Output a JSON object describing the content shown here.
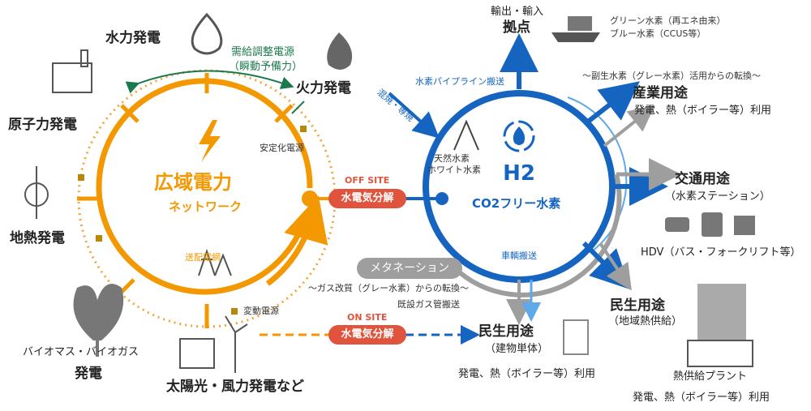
{
  "grid": {
    "hub": "広域電力",
    "hub_sub": "ネットワーク",
    "sources": {
      "hydro": "水力発電",
      "thermal": "火力発電",
      "nuclear": "原子力発電",
      "geothermal": "地熱発電",
      "biomass_1": "バイオマス・バイオガス",
      "biomass_2": "発電",
      "solar_wind": "太陽光・風力発電など"
    },
    "supply_demand_1": "需給調整電源",
    "supply_demand_2": "（瞬動予備力）",
    "stabilizing": "安定化電源",
    "variable": "変動電源",
    "transmission": "送配電網"
  },
  "electrolysis": {
    "off_site": "OFF SITE",
    "on_site": "ON SITE",
    "label": "水電気分解"
  },
  "hydrogen": {
    "symbol": "H2",
    "subtitle": "CO2フリー水素",
    "pipeline": "水素パイプライン搬送",
    "blending_1": "混焼・専焼",
    "natural_1": "天然水素",
    "natural_2": "ホワイト水素",
    "vehicle": "車輌搬送",
    "methanation": "メタネーション",
    "gas_reform": "～ガス改質（グレー水素）からの転換～",
    "existing_gas": "既設ガス管搬送"
  },
  "hub_port": {
    "title_1": "輸出・輸入",
    "title_2": "拠点",
    "green": "グリーン水素（再エネ由来）",
    "blue": "ブルー水素（CCUS等）"
  },
  "uses": {
    "industry_note": "～副生水素（グレー水素）活用からの転換～",
    "industry": "産業用途",
    "industry_sub": "発電、熱（ボイラー等）利用",
    "transport": "交通用途",
    "transport_sub": "（水素ステーション）",
    "hdv": "HDV（バス・フォークリフト等）",
    "civil_district": "民生用途",
    "civil_district_sub": "（地域熱供給）",
    "civil_building": "民生用途",
    "civil_building_sub": "（建物単体）",
    "civil_building_use": "発電、熱（ボイラー等）利用",
    "heat_plant": "熱供給プラント",
    "heat_plant_use": "発電、熱（ボイラー等）利用"
  }
}
